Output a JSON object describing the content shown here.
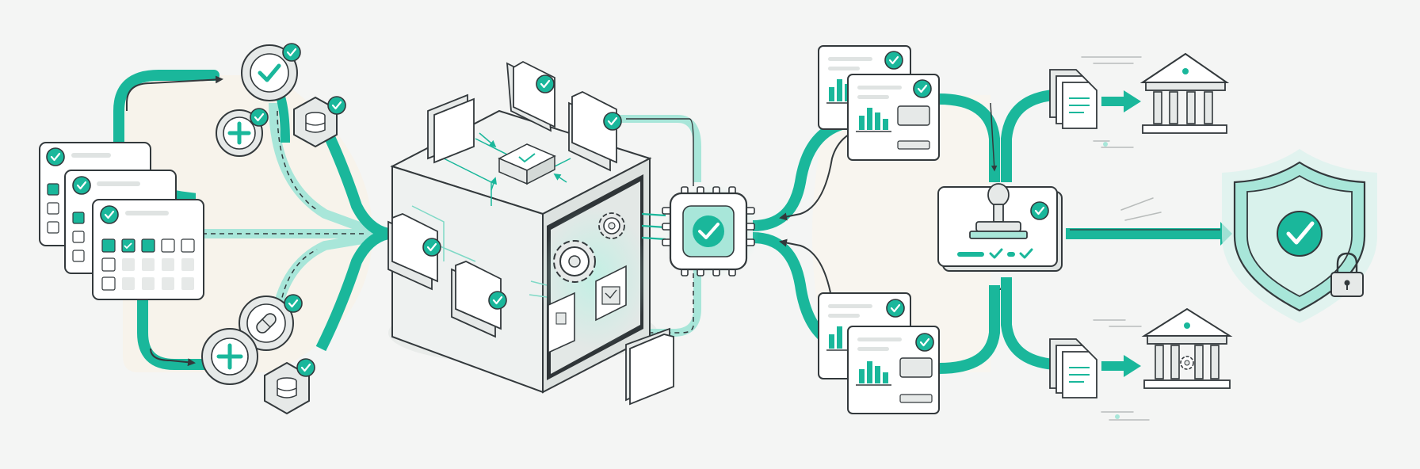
{
  "diagram": {
    "palette": {
      "accent": "#1ab79b",
      "accent_light": "#a8e6d9",
      "accent_pale": "#d9f2ec",
      "ink": "#33393c",
      "panel": "#ffffff",
      "panel_grey": "#e6e9e8",
      "background": "#f4f5f4",
      "zone_fill": "#f8f5ee"
    },
    "stages": [
      {
        "id": "intake",
        "elements": [
          "calendar-stack",
          "check-badge",
          "plus-badge",
          "database-hex",
          "pill-badge"
        ]
      },
      {
        "id": "processing",
        "elements": [
          "isometric-server-cube",
          "folder-icons",
          "gear-icons",
          "circuit-board"
        ]
      },
      {
        "id": "verification",
        "elements": [
          "chip-check"
        ]
      },
      {
        "id": "reporting",
        "elements": [
          "report-card-pairs",
          "approval-stamp"
        ]
      },
      {
        "id": "distribution",
        "elements": [
          "document-stacks",
          "bank-buildings",
          "security-shield"
        ]
      }
    ],
    "icons": [
      "check-icon",
      "plus-icon",
      "database-icon",
      "pill-icon",
      "folder-icon",
      "gear-icon",
      "chip-icon",
      "stamp-icon",
      "document-icon",
      "bank-icon",
      "shield-icon",
      "lock-icon"
    ]
  }
}
